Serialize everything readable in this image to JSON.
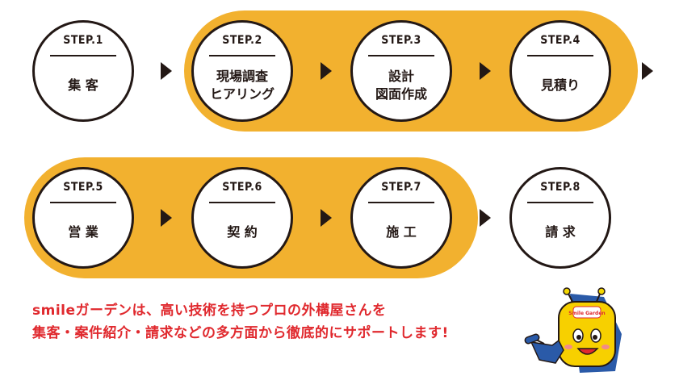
{
  "steps": [
    {
      "num": "STEP.1",
      "label": "集 客"
    },
    {
      "num": "STEP.2",
      "label": "現場調査\nヒアリング"
    },
    {
      "num": "STEP.3",
      "label": "設計\n図面作成"
    },
    {
      "num": "STEP.4",
      "label": "見積り"
    },
    {
      "num": "STEP.5",
      "label": "営 業"
    },
    {
      "num": "STEP.6",
      "label": "契 約"
    },
    {
      "num": "STEP.7",
      "label": "施 工"
    },
    {
      "num": "STEP.8",
      "label": "請 求"
    }
  ],
  "message": {
    "line1": "smileガーデンは、高い技術を持つプロの外構屋さんを",
    "line2": "集客・案件紹介・請求などの多方面から徹底的にサポートします!"
  },
  "mascot": {
    "badge_text": "Smile Garden"
  },
  "colors": {
    "highlight_band": "#f2b12f",
    "outline": "#231815",
    "message_text": "#e0292e"
  }
}
